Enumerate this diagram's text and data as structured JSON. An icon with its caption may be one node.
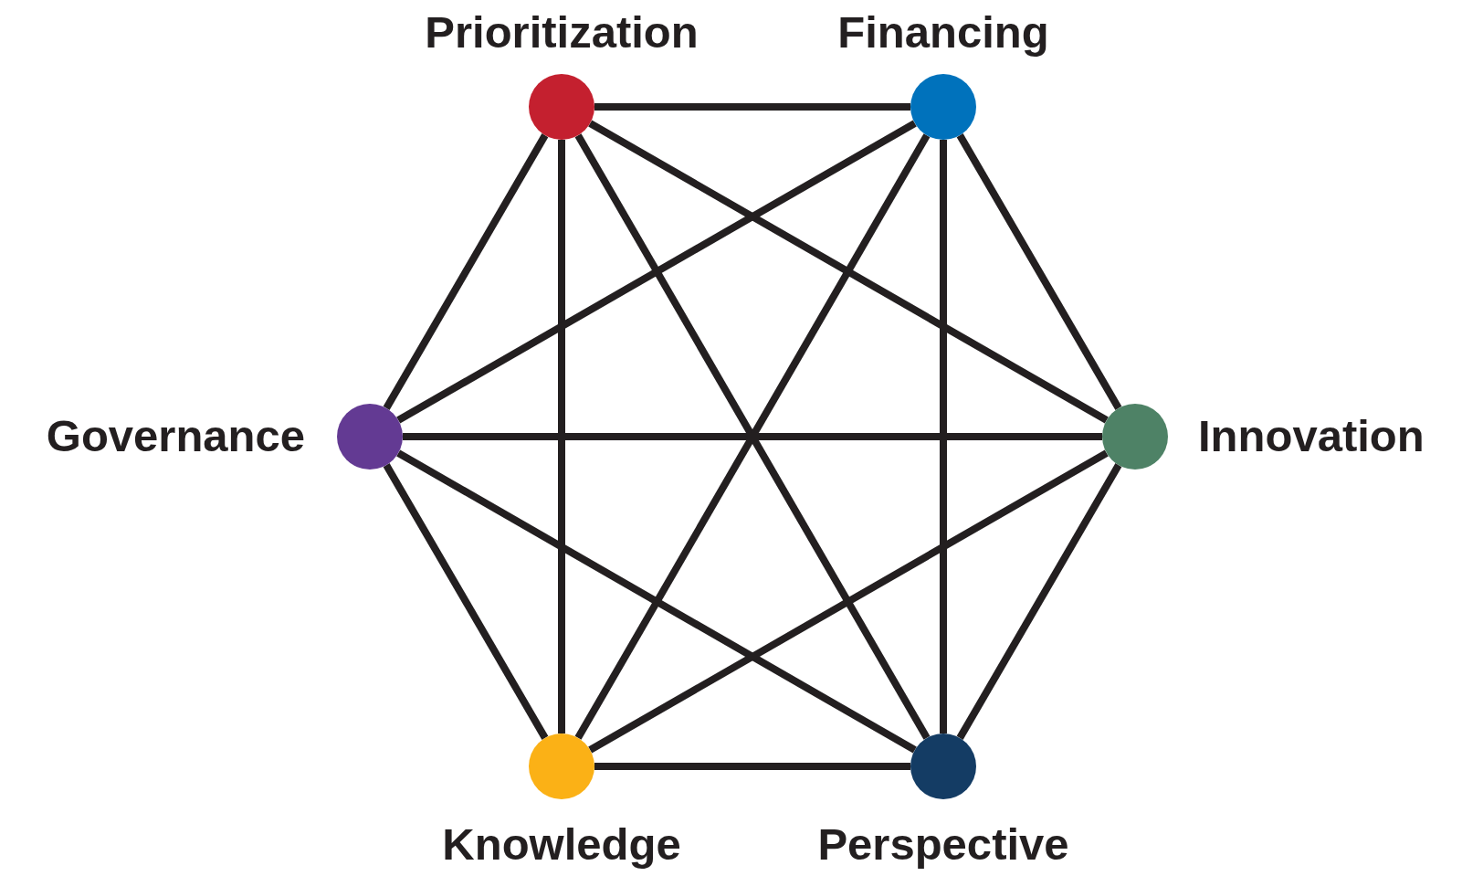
{
  "diagram": {
    "nodes": [
      {
        "text": [],
        "shape": "circle",
        "beside": [
          "Prioritization"
        ]
      },
      {
        "text": [],
        "shape": "circle",
        "beside": [
          "Financing"
        ]
      },
      {
        "text": [],
        "shape": "circle",
        "beside": [
          "Governance"
        ]
      },
      {
        "text": [],
        "shape": "circle",
        "beside": [
          "Innovation"
        ]
      },
      {
        "text": [],
        "shape": "circle",
        "beside": [
          "Knowledge"
        ]
      },
      {
        "text": [],
        "shape": "circle",
        "beside": [
          "Perspective"
        ]
      }
    ],
    "edges": [
      {
        "from": 0,
        "to": 1,
        "arrow": "none"
      },
      {
        "from": 0,
        "to": 2,
        "arrow": "none"
      },
      {
        "from": 0,
        "to": 3,
        "arrow": "none"
      },
      {
        "from": 0,
        "to": 4,
        "arrow": "none"
      },
      {
        "from": 0,
        "to": 5,
        "arrow": "none"
      },
      {
        "from": 1,
        "to": 2,
        "arrow": "none"
      },
      {
        "from": 1,
        "to": 3,
        "arrow": "none"
      },
      {
        "from": 1,
        "to": 4,
        "arrow": "none"
      },
      {
        "from": 1,
        "to": 5,
        "arrow": "none"
      },
      {
        "from": 2,
        "to": 3,
        "arrow": "none"
      },
      {
        "from": 2,
        "to": 4,
        "arrow": "none"
      },
      {
        "from": 2,
        "to": 5,
        "arrow": "none"
      },
      {
        "from": 3,
        "to": 4,
        "arrow": "none"
      },
      {
        "from": 3,
        "to": 5,
        "arrow": "none"
      },
      {
        "from": 4,
        "to": 5,
        "arrow": "none"
      }
    ]
  }
}
